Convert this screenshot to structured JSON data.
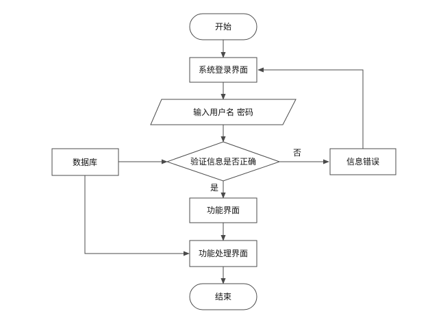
{
  "nodes": {
    "start": "开始",
    "login_screen": "系统登录界面",
    "input_credentials": "输入用户名 密码",
    "verify": "验证信息是否正确",
    "error": "信息错误",
    "database": "数据库",
    "function_screen": "功能界面",
    "process_screen": "功能处理界面",
    "end": "结束"
  },
  "edges": {
    "no_label": "否",
    "yes_label": "是"
  }
}
